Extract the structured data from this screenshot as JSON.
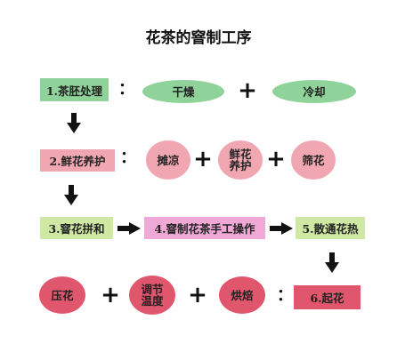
{
  "title": "花茶的窨制工序",
  "steps": {
    "s1": "1.茶胚处理",
    "s2": "2.鲜花养护",
    "s3": "3.窨花拼和",
    "s4": "4.窨制花茶手工操作",
    "s5": "5.散通花热",
    "s6": "6.起花"
  },
  "details": {
    "s1_a": "干燥",
    "s1_b": "冷却",
    "s2_a": "摊凉",
    "s2_b_line1": "鲜花",
    "s2_b_line2": "养护",
    "s2_c": "筛花",
    "s6_a": "压花",
    "s6_b_line1": "调节",
    "s6_b_line2": "温度",
    "s6_c": "烘焙"
  },
  "symbols": {
    "plus": "+",
    "colon": "："
  },
  "colors": {
    "green": "#8fd39a",
    "pink": "#f0a7b1",
    "light_green": "#cfe8a4",
    "magenta": "#f0a8d6",
    "red": "#e0576d"
  }
}
